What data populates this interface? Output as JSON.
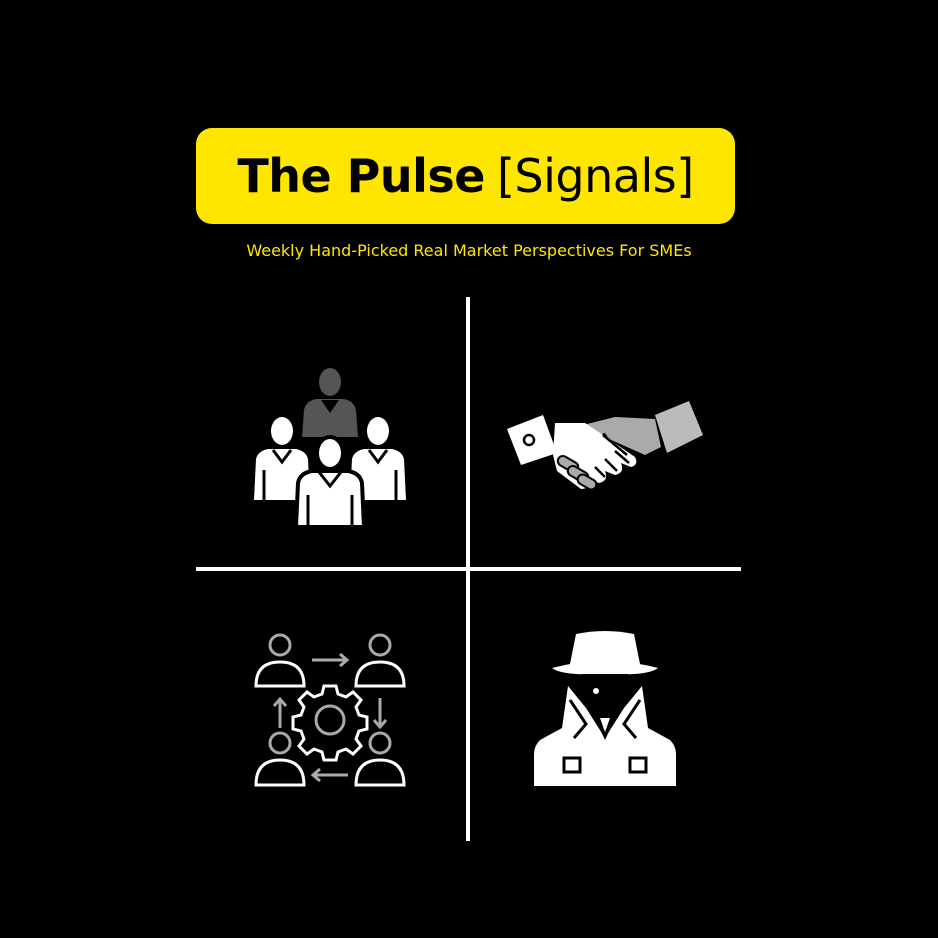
{
  "header": {
    "title_bold": "The Pulse",
    "title_light": "[Signals]",
    "subtitle": "Weekly Hand-Picked Real Market Perspectives For SMEs"
  },
  "colors": {
    "background": "#000000",
    "accent_yellow": "#FFE600",
    "icon_white": "#FFFFFF",
    "icon_gray": "#AAAAAA",
    "icon_dark_gray": "#555555"
  },
  "quadrants": [
    {
      "icon": "team-people-icon"
    },
    {
      "icon": "handshake-icon"
    },
    {
      "icon": "collaboration-cycle-icon"
    },
    {
      "icon": "spy-detective-icon"
    }
  ]
}
